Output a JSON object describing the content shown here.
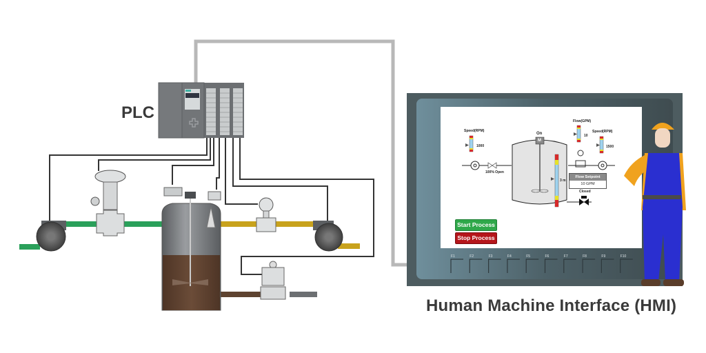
{
  "labels": {
    "plc": "PLC",
    "hmi": "Human Machine Interface (HMI)"
  },
  "hmi_screen": {
    "left_pump": {
      "label": "Speed(RPM)",
      "value": "1000"
    },
    "inlet_valve": {
      "status": "100% Open"
    },
    "mixer_motor": {
      "symbol": "M",
      "status": "On"
    },
    "tank_level": {
      "value": "3 m"
    },
    "flow_meter": {
      "label": "Flow(GPM)",
      "value": "10"
    },
    "right_pump": {
      "label": "Speed(RPM)",
      "value": "1500"
    },
    "flow_setpoint": {
      "label": "Flow Setpoint",
      "value": "10 GPM"
    },
    "outlet_valve": {
      "status": "Closed"
    },
    "buttons": {
      "start": "Start Process",
      "stop": "Stop Process"
    },
    "function_keys": [
      "F1",
      "F2",
      "F3",
      "F4",
      "F5",
      "F6",
      "F7",
      "F8",
      "F9",
      "F10"
    ]
  },
  "colors": {
    "green_pipe": "#2aa05a",
    "yellow_pipe": "#c8a21c",
    "brown_liquid": "#5e4330",
    "hmi_bezel": "#4a5a5e",
    "start_button": "#2fa84a",
    "stop_button": "#b5161b",
    "worker_overalls": "#2a2fd0",
    "worker_shirt": "#f0a21e"
  }
}
